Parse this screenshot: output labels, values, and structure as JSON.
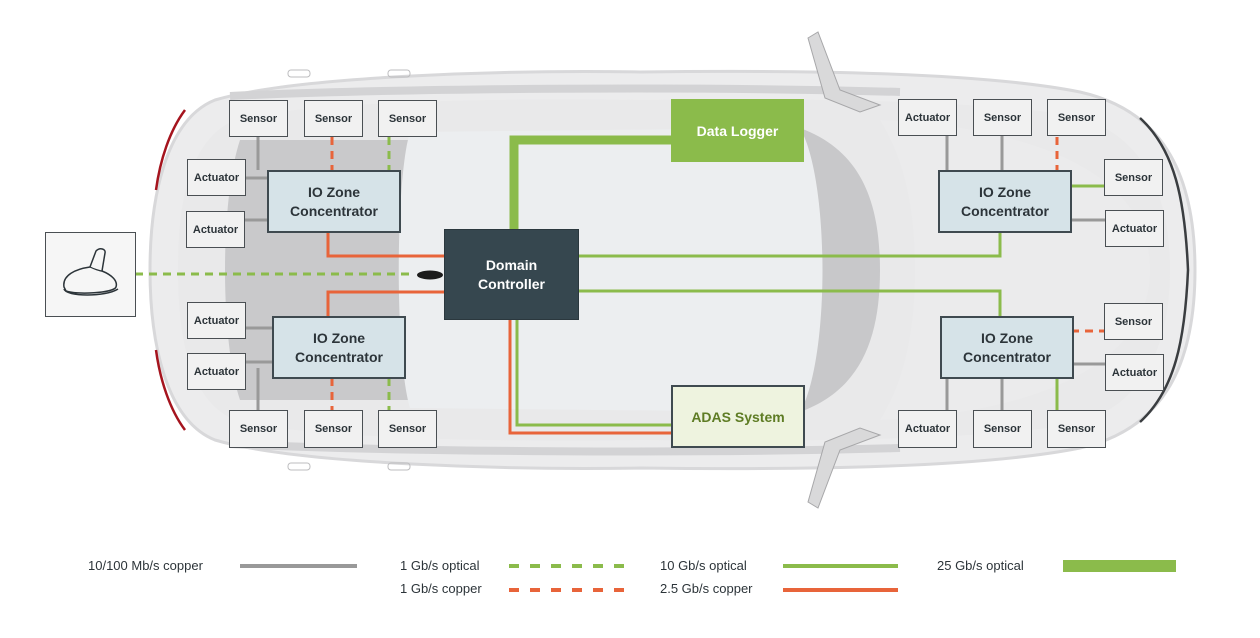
{
  "diagram": {
    "title": "Automotive zonal network architecture",
    "central": {
      "domain_controller": "Domain\nController",
      "data_logger": "Data Logger",
      "adas_system": "ADAS System"
    },
    "zones": {
      "front_left": {
        "label": "IO Zone\nConcentrator",
        "sensors": [
          "Sensor",
          "Sensor",
          "Sensor"
        ],
        "actuators": [
          "Actuator",
          "Actuator"
        ],
        "links": [
          "10/100 Mb/s copper",
          "1 Gb/s copper",
          "1 Gb/s optical",
          "10/100 Mb/s copper",
          "10/100 Mb/s copper"
        ]
      },
      "rear_left": {
        "label": "IO Zone\nConcentrator",
        "sensors": [
          "Sensor",
          "Sensor",
          "Sensor"
        ],
        "actuators": [
          "Actuator",
          "Actuator"
        ],
        "links": [
          "10/100 Mb/s copper",
          "1 Gb/s copper",
          "1 Gb/s optical",
          "10/100 Mb/s copper",
          "10/100 Mb/s copper"
        ]
      },
      "front_right": {
        "label": "IO Zone\nConcentrator",
        "top_nodes": [
          "Actuator",
          "Sensor",
          "Sensor"
        ],
        "side_nodes": [
          "Sensor",
          "Actuator"
        ],
        "links": [
          "10/100 Mb/s copper",
          "10/100 Mb/s copper",
          "1 Gb/s copper",
          "10 Gb/s optical",
          "10/100 Mb/s copper"
        ]
      },
      "rear_right": {
        "label": "IO Zone\nConcentrator",
        "bottom_nodes": [
          "Actuator",
          "Sensor",
          "Sensor"
        ],
        "side_nodes": [
          "Sensor",
          "Actuator"
        ],
        "links": [
          "10/100 Mb/s copper",
          "10/100 Mb/s copper",
          "10 Gb/s optical",
          "1 Gb/s copper",
          "10/100 Mb/s copper"
        ]
      }
    },
    "antenna": {
      "icon": "shark-fin-antenna-icon",
      "link": "1 Gb/s optical"
    },
    "backbone_links": [
      {
        "from": "Domain Controller",
        "to": "Data Logger",
        "type": "25 Gb/s optical"
      },
      {
        "from": "Domain Controller",
        "to": "ADAS System",
        "type": "10 Gb/s optical"
      },
      {
        "from": "Domain Controller",
        "to": "ADAS System",
        "type": "2.5 Gb/s copper"
      },
      {
        "from": "Domain Controller",
        "to": "IO Zone Concentrator (front left)",
        "type": "2.5 Gb/s copper"
      },
      {
        "from": "Domain Controller",
        "to": "IO Zone Concentrator (rear left)",
        "type": "2.5 Gb/s copper"
      },
      {
        "from": "Domain Controller",
        "to": "IO Zone Concentrator (front right)",
        "type": "10 Gb/s optical"
      },
      {
        "from": "Domain Controller",
        "to": "IO Zone Concentrator (rear right)",
        "type": "10 Gb/s optical"
      }
    ]
  },
  "legend": [
    {
      "label": "10/100 Mb/s copper",
      "color": "#999999",
      "style": "solid-thin"
    },
    {
      "label": "1 Gb/s optical",
      "color": "#8bbb4b",
      "style": "dashed"
    },
    {
      "label": "1 Gb/s copper",
      "color": "#e8643a",
      "style": "dashed"
    },
    {
      "label": "10 Gb/s optical",
      "color": "#8bbb4b",
      "style": "solid"
    },
    {
      "label": "2.5 Gb/s copper",
      "color": "#e8643a",
      "style": "solid"
    },
    {
      "label": "25 Gb/s optical",
      "color": "#8bbb4b",
      "style": "solid-thick"
    }
  ],
  "colors": {
    "copper_gray": "#999999",
    "optical_green": "#8bbb4b",
    "copper_orange": "#e8643a",
    "domain_dark": "#36474f",
    "zone_blue": "#d6e3e8",
    "adas_fill": "#eef3df",
    "tail_red": "#a5141e"
  }
}
